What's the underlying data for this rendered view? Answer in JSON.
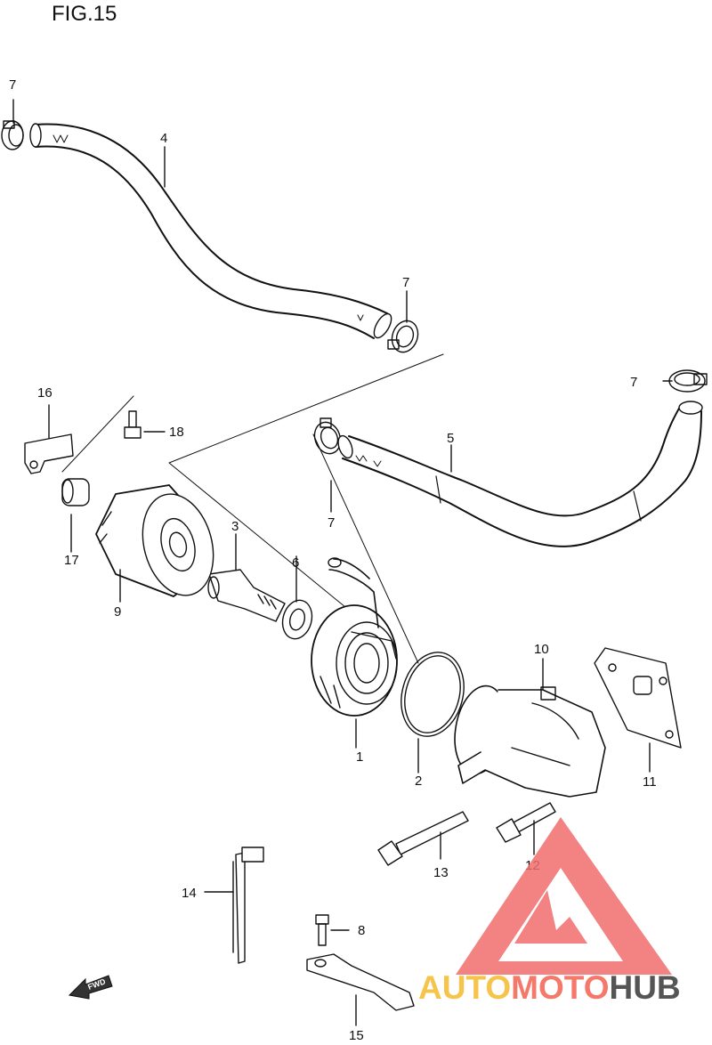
{
  "figure": {
    "title": "FIG.15"
  },
  "callouts": {
    "p1": "1",
    "p2": "2",
    "p3": "3",
    "p4": "4",
    "p5": "5",
    "p6": "6",
    "p7a": "7",
    "p7b": "7",
    "p7c": "7",
    "p7d": "7",
    "p8": "8",
    "p9": "9",
    "p10": "10",
    "p11": "11",
    "p12": "12",
    "p13": "13",
    "p14": "14",
    "p15": "15",
    "p16": "16",
    "p17": "17",
    "p18": "18"
  },
  "direction_mark": {
    "label": "FWD",
    "icon": "forward-arrow-icon"
  },
  "watermark": {
    "part1": "AUTO",
    "part2": "MOTO",
    "part3": "HUB",
    "colors": {
      "logo": "#f26d6d",
      "auto": "#f6c44a",
      "moto": "#f4796b",
      "hub": "#555555"
    }
  }
}
